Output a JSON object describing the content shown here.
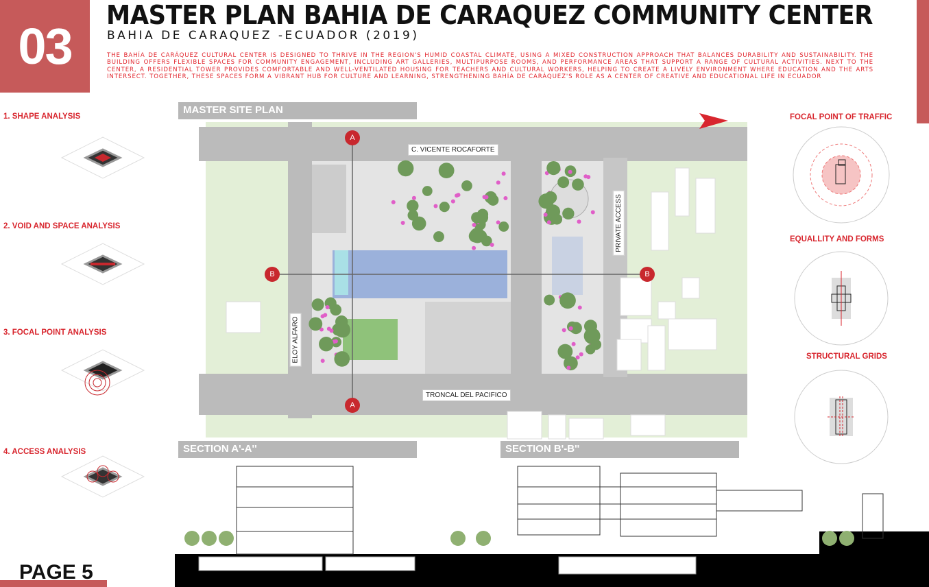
{
  "header": {
    "number": "03",
    "title": "MASTER PLAN BAHIA DE CARAQUEZ COMMUNITY CENTER",
    "subtitle": "BAHIA DE CARAQUEZ -ECUADOR (2019)",
    "description": "The Bahía de Caráquez Cultural Center is designed to thrive in the region's humid coastal climate, using a mixed construction approach that balances durability and sustainability. The building offers flexible spaces for community engagement, including art galleries, multipurpose rooms, and performance areas that support a range of cultural activities. Next to the center, a residential tower provides comfortable and well-ventilated housing for teachers and cultural workers, helping to create a lively environment where education and the arts intersect. Together, these spaces form a vibrant hub for culture and learning, strengthening Bahía de Caráquez's role as a center of creative and educational life in Ecuador"
  },
  "left_analysis": [
    {
      "label": "1. SHAPE ANALYSIS"
    },
    {
      "label": "2. VOID AND SPACE ANALYSIS"
    },
    {
      "label": "3. FOCAL POINT ANALYSIS"
    },
    {
      "label": "4. ACCESS ANALYSIS"
    }
  ],
  "site_plan": {
    "heading": "MASTER SITE PLAN",
    "streets": {
      "north": "C. VICENTE ROCAFORTE",
      "west": "ELOY ALFARO",
      "east": "PRIVATE ACCESS",
      "south": "TRONCAL DEL PACIFICO"
    },
    "markers": {
      "a": "A",
      "b": "B"
    }
  },
  "sections": {
    "a": "SECTION A'-A''",
    "b": "SECTION B'-B''"
  },
  "right_analysis": [
    {
      "label": "FOCAL POINT OF TRAFFIC"
    },
    {
      "label": "EQUALLITY AND FORMS"
    },
    {
      "label": "STRUCTURAL GRIDS"
    }
  ],
  "footer": {
    "page": "PAGE 5"
  },
  "colors": {
    "accent": "#c65a5a",
    "red": "#d8262e",
    "road": "#b9b9b9",
    "green": "#cfe3b9"
  }
}
